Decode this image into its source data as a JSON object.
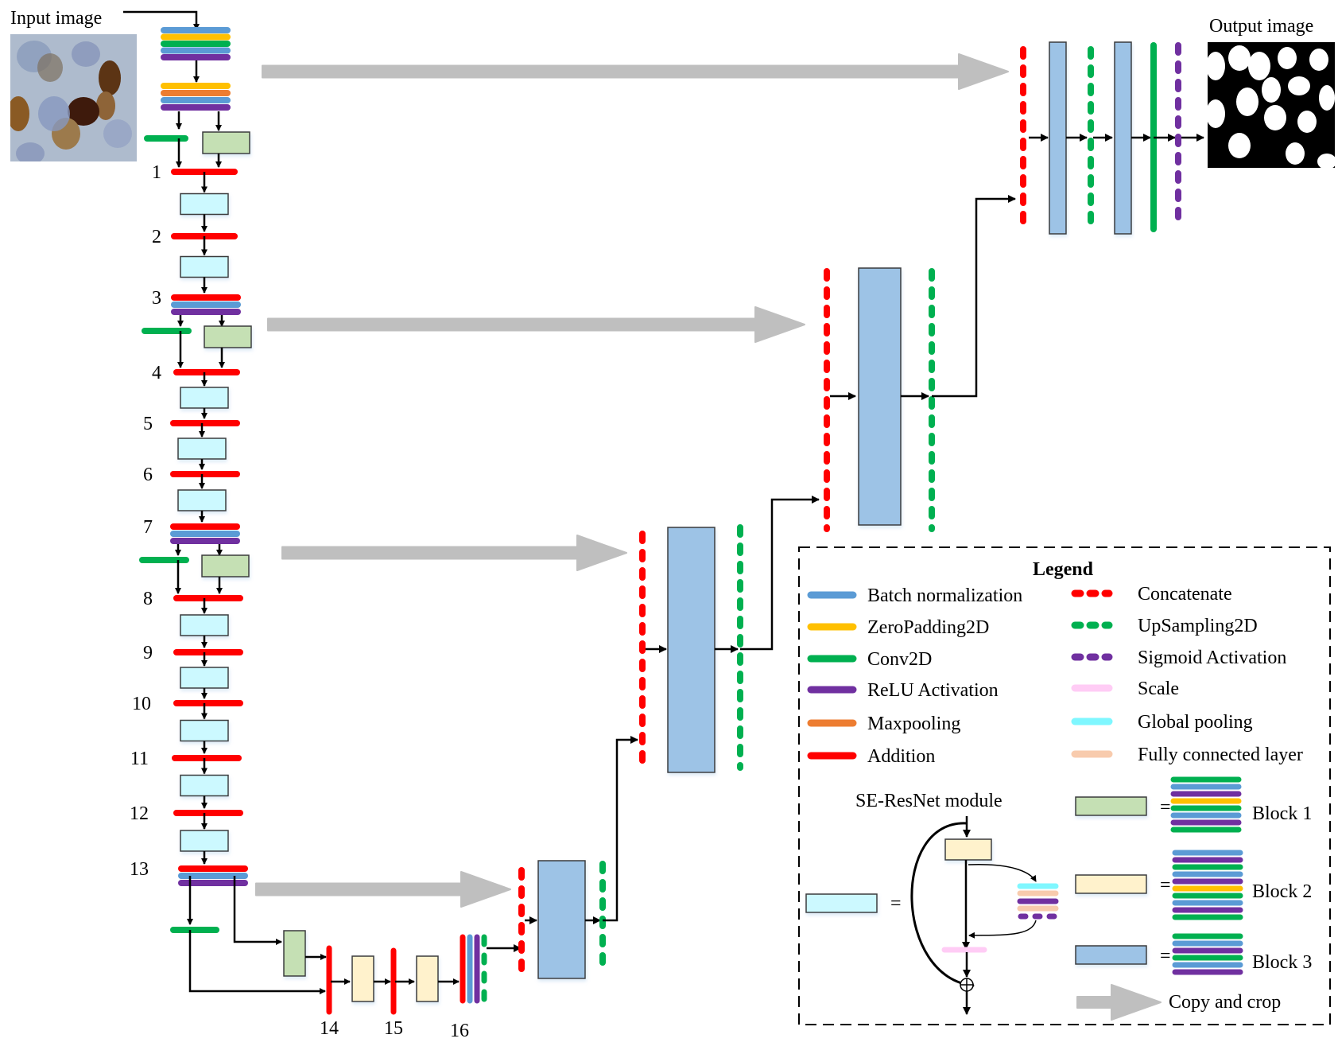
{
  "diagram": {
    "input_label": "Input image",
    "output_label": "Output image",
    "encoder_stage_labels": [
      "1",
      "2",
      "3",
      "4",
      "5",
      "6",
      "7",
      "8",
      "9",
      "10",
      "11",
      "12",
      "13"
    ],
    "bottom_stage_labels": [
      "14",
      "15",
      "16"
    ]
  },
  "legend": {
    "title": "Legend",
    "left_items": [
      {
        "label": "Batch normalization",
        "color": "#5b9bd5",
        "style": "solid"
      },
      {
        "label": "ZeroPadding2D",
        "color": "#ffc000",
        "style": "solid"
      },
      {
        "label": "Conv2D",
        "color": "#00b050",
        "style": "solid"
      },
      {
        "label": "ReLU Activation",
        "color": "#7030a0",
        "style": "solid"
      },
      {
        "label": "Maxpooling",
        "color": "#ed7d31",
        "style": "solid"
      },
      {
        "label": "Addition",
        "color": "#ff0000",
        "style": "solid"
      }
    ],
    "right_items": [
      {
        "label": "Concatenate",
        "color": "#ff0000",
        "style": "dashed"
      },
      {
        "label": "UpSampling2D",
        "color": "#00b050",
        "style": "dashed"
      },
      {
        "label": "Sigmoid Activation",
        "color": "#7030a0",
        "style": "dashed"
      },
      {
        "label": "Scale",
        "color": "#ffccf5",
        "style": "solid"
      },
      {
        "label": "Global pooling",
        "color": "#7ff7ff",
        "style": "solid"
      },
      {
        "label": "Fully connected layer",
        "color": "#f8cbad",
        "style": "solid"
      }
    ],
    "se_resnet_title": "SE-ResNet module",
    "equals": "=",
    "blocks": [
      {
        "label": "Block 1",
        "fill": "#c5e0b4",
        "layers": [
          "#00b050",
          "#5b9bd5",
          "#7030a0",
          "#ffc000",
          "#00b050",
          "#5b9bd5",
          "#7030a0",
          "#00b050"
        ]
      },
      {
        "label": "Block 2",
        "fill": "#fff2cc",
        "layers": [
          "#5b9bd5",
          "#7030a0",
          "#00b050",
          "#5b9bd5",
          "#7030a0",
          "#ffc000",
          "#00b050",
          "#5b9bd5",
          "#7030a0",
          "#00b050"
        ]
      },
      {
        "label": "Block 3",
        "fill": "#9dc3e6",
        "layers": [
          "#00b050",
          "#5b9bd5",
          "#7030a0",
          "#00b050",
          "#5b9bd5",
          "#7030a0"
        ]
      }
    ],
    "copy_crop_label": "Copy and crop"
  },
  "colors": {
    "bn": "#5b9bd5",
    "zp": "#ffc000",
    "conv": "#00b050",
    "relu": "#7030a0",
    "maxpool": "#ed7d31",
    "add": "#ff0000",
    "se_box": "#ccf9ff",
    "block1": "#c5e0b4",
    "block2": "#fff2cc",
    "block3": "#9dc3e6",
    "arrow_gray": "#bfbfbf",
    "scale": "#ffccf5",
    "gpool": "#7ff7ff",
    "fc": "#f8cbad"
  }
}
